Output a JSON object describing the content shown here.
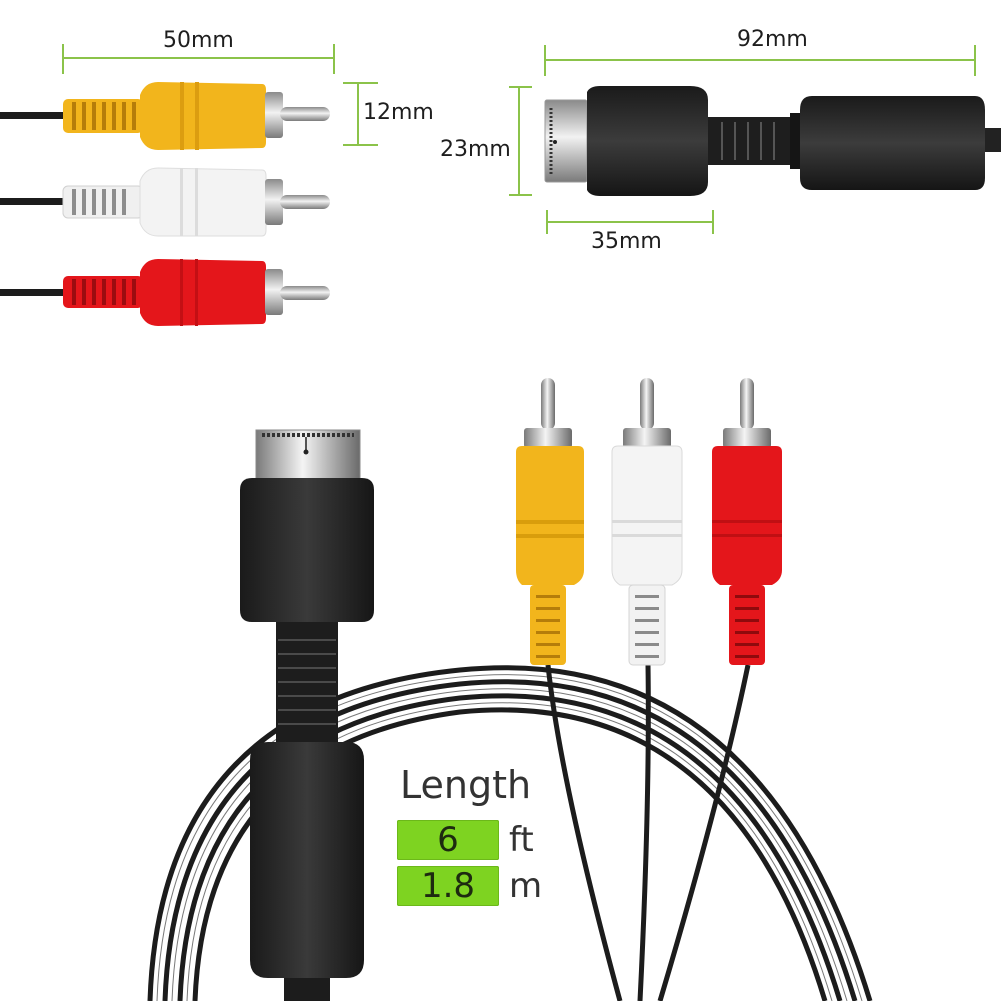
{
  "image": {
    "description": "Product photo of a PS2/PS3 composite AV cable with dimension annotations",
    "background": "#ffffff",
    "accent_color": "#7ed321"
  },
  "dimensions": {
    "rca_plug_length": "50mm",
    "rca_plug_diameter": "12mm",
    "av_connector_total_length": "92mm",
    "av_connector_height": "23mm",
    "av_connector_head_length": "35mm"
  },
  "rca_plugs": [
    {
      "name": "yellow",
      "color": "#f2b51c"
    },
    {
      "name": "white",
      "color": "#f3f3f3"
    },
    {
      "name": "red",
      "color": "#e4161b"
    }
  ],
  "cable": {
    "color": "#1c1c1c",
    "connector_color": "#2a2a2a"
  },
  "length_badge": {
    "title": "Length",
    "rows": [
      {
        "value": "6",
        "unit": "ft"
      },
      {
        "value": "1.8",
        "unit": "m"
      }
    ]
  }
}
